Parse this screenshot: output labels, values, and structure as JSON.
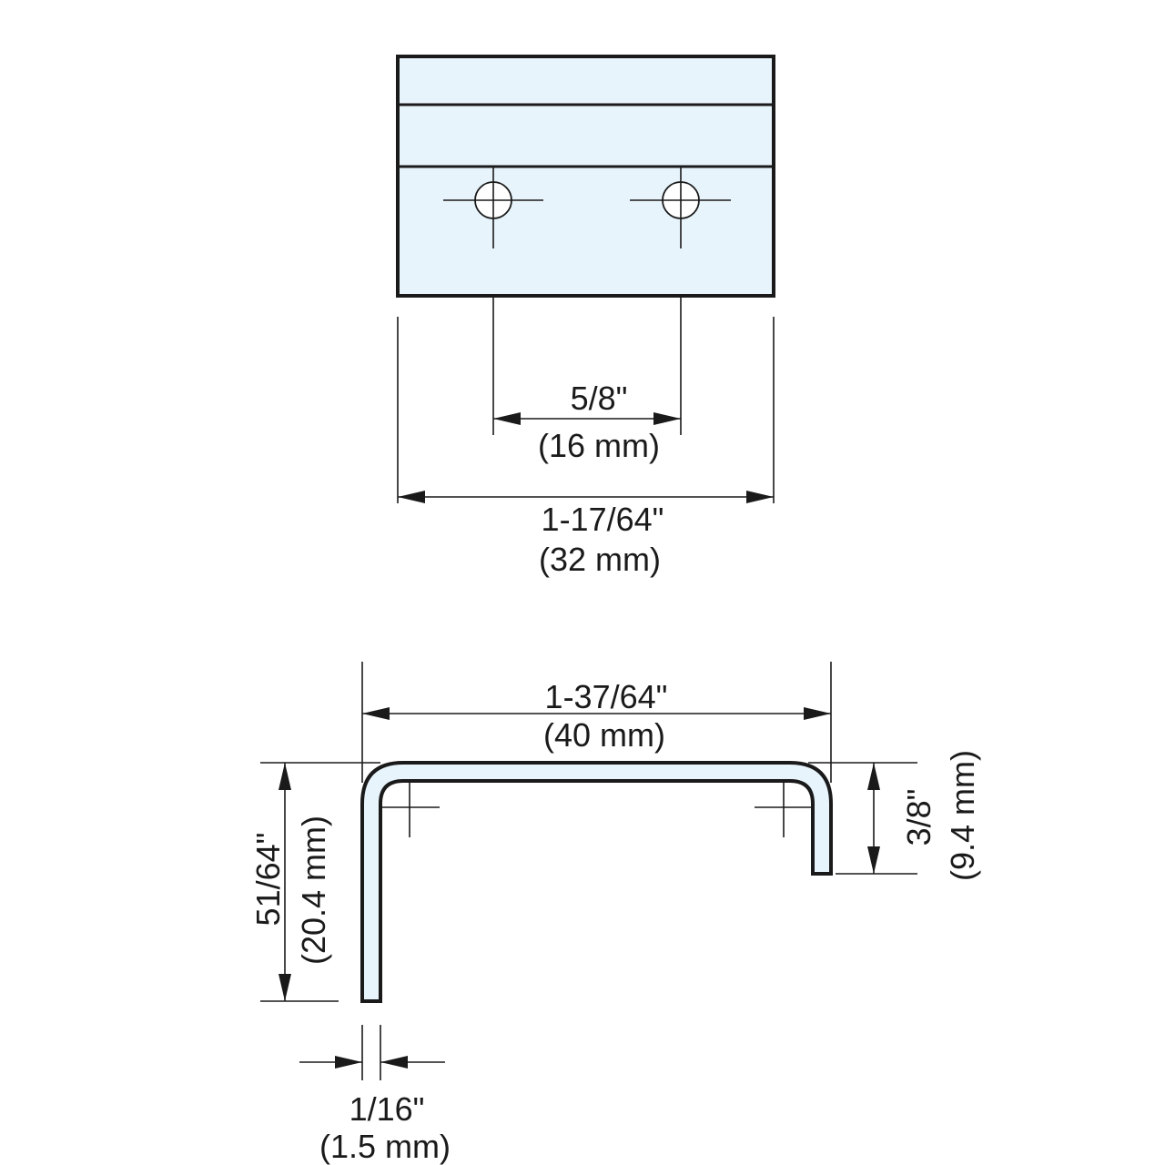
{
  "top_view": {
    "hole_spacing": {
      "imperial": "5/8\"",
      "metric": "(16 mm)"
    },
    "overall_width": {
      "imperial": "1-17/64\"",
      "metric": "(32 mm)"
    }
  },
  "side_view": {
    "overall_length": {
      "imperial": "1-37/64\"",
      "metric": "(40 mm)"
    },
    "overall_height": {
      "imperial": "51/64\"",
      "metric": "(20.4 mm)"
    },
    "short_leg_height": {
      "imperial": "3/8\"",
      "metric": "(9.4 mm)"
    },
    "thickness": {
      "imperial": "1/16\"",
      "metric": "(1.5 mm)"
    }
  },
  "colors": {
    "part_fill": "#e8f4fc",
    "line": "#1a1a1a"
  }
}
